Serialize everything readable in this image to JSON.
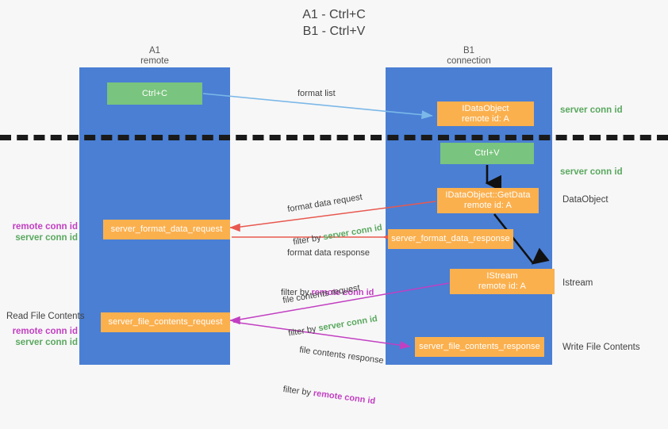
{
  "title": "A1 - Ctrl+C\nB1 - Ctrl+V",
  "columns": {
    "left": {
      "name": "A1",
      "role": "remote",
      "label": "A1\nremote"
    },
    "right": {
      "name": "B1",
      "role": "connection",
      "label": "B1\nconnection"
    }
  },
  "nodes": {
    "ctrl_c": {
      "label": "Ctrl+C",
      "color": "#79c47e"
    },
    "ctrl_v": {
      "label": "Ctrl+V",
      "color": "#79c47e"
    },
    "idataobject": {
      "line1": "IDataObject",
      "line2": "remote id: A",
      "color": "#fbb04e"
    },
    "getdata": {
      "line1": "IDataObject::GetData",
      "line2": "remote id: A",
      "color": "#fbb04e"
    },
    "istream": {
      "line1": "IStream",
      "line2": "remote id: A",
      "color": "#fbb04e"
    },
    "format_data_request": {
      "label": "server_format_data_request",
      "color": "#fbb04e"
    },
    "format_data_response": {
      "label": "server_format_data_response",
      "color": "#fbb04e"
    },
    "file_contents_request": {
      "label": "server_file_contents_request",
      "color": "#fbb04e"
    },
    "file_contents_response": {
      "label": "server_file_contents_response",
      "color": "#fbb04e"
    }
  },
  "edge_labels": {
    "format_list": "format list",
    "format_data_request": {
      "line1": "format data request",
      "filter_prefix": "filter by ",
      "filter_value": "server conn id"
    },
    "format_data_response": {
      "line1": "format data response",
      "filter_prefix": "filter by ",
      "filter_value": "remote conn id"
    },
    "file_contents_request": {
      "line1": "file contents request",
      "filter_prefix": "filter by ",
      "filter_value": "server conn id"
    },
    "file_contents_response": {
      "line1": "file contents response",
      "filter_prefix": "filter by ",
      "filter_value": "remote conn id"
    }
  },
  "side_labels": {
    "server_conn_id_top": "server conn id",
    "server_conn_id_mid": "server conn id",
    "dataobject": "DataObject",
    "istream": "Istream",
    "write_file_contents": "Write File Contents",
    "read_file_contents": "Read File Contents",
    "remote_conn_id_a": "remote conn id",
    "server_conn_id_a": "server conn id",
    "remote_conn_id_b": "remote conn id",
    "server_conn_id_b": "server conn id"
  },
  "colors": {
    "lane": "#4a7fd4",
    "orange": "#fbb04e",
    "green_node": "#79c47e",
    "green_text": "#5aa85f",
    "purple_text": "#c23fc2",
    "red_arrow": "#e8584f",
    "magenta_arrow": "#c23fc2",
    "blue_arrow": "#7bb8e8",
    "black_arrow": "#111111",
    "background": "#f7f7f7"
  }
}
